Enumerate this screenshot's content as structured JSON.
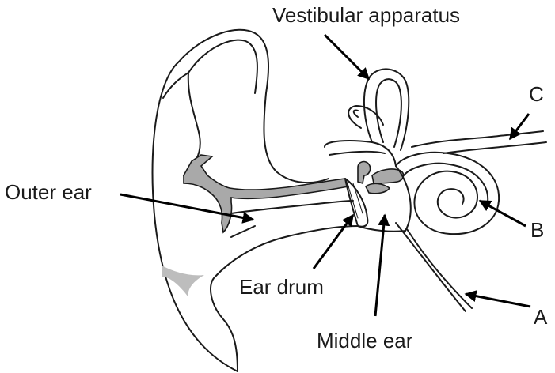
{
  "labels": {
    "vestibular": "Vestibular apparatus",
    "c": "C",
    "outer_ear": "Outer ear",
    "b": "B",
    "ear_drum": "Ear drum",
    "a": "A",
    "middle_ear": "Middle ear"
  }
}
